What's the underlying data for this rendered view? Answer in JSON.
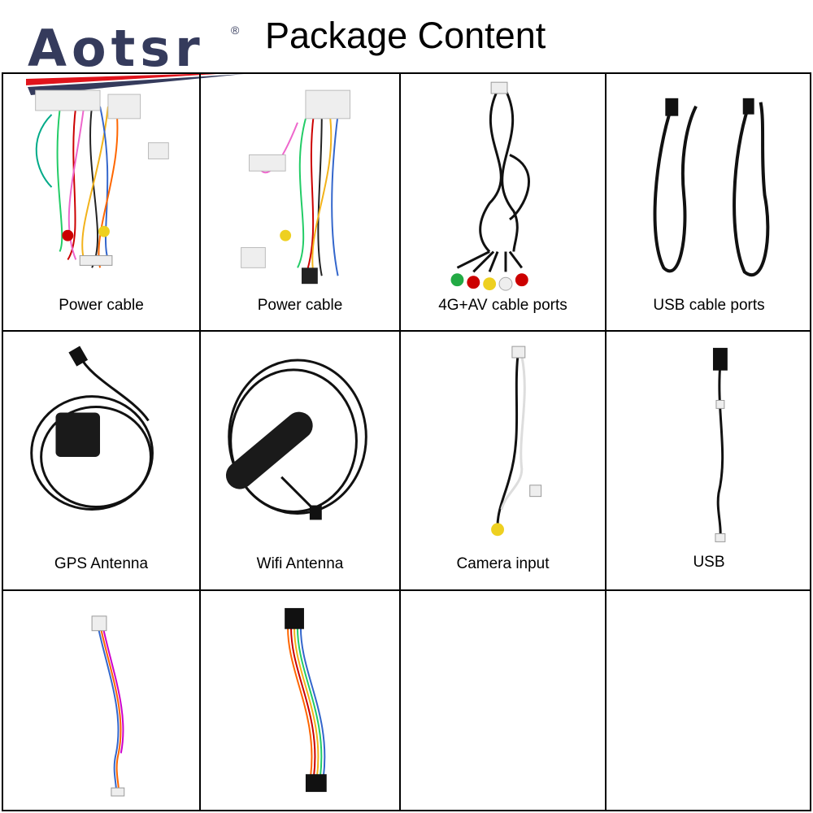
{
  "brand": {
    "name": "Aotsr",
    "registered": "®",
    "colors": {
      "navy": "#353b5c",
      "red": "#e0141c"
    }
  },
  "title": "Package Content",
  "items": [
    {
      "label": "Power cable",
      "icon": "wiring-harness-icon"
    },
    {
      "label": "Power cable",
      "icon": "wiring-harness-icon"
    },
    {
      "label": "4G+AV cable ports",
      "icon": "av-cable-icon"
    },
    {
      "label": "USB cable ports",
      "icon": "usb-cable-icon"
    },
    {
      "label": "GPS Antenna",
      "icon": "gps-antenna-icon"
    },
    {
      "label": "Wifi Antenna",
      "icon": "wifi-antenna-icon"
    },
    {
      "label": "Camera input",
      "icon": "camera-cable-icon"
    },
    {
      "label": "USB",
      "icon": "usb-cable-icon"
    },
    {
      "label": "",
      "icon": "connector-cable-icon"
    },
    {
      "label": "",
      "icon": "connector-cable-icon"
    },
    {
      "label": "",
      "icon": ""
    },
    {
      "label": "",
      "icon": ""
    }
  ]
}
